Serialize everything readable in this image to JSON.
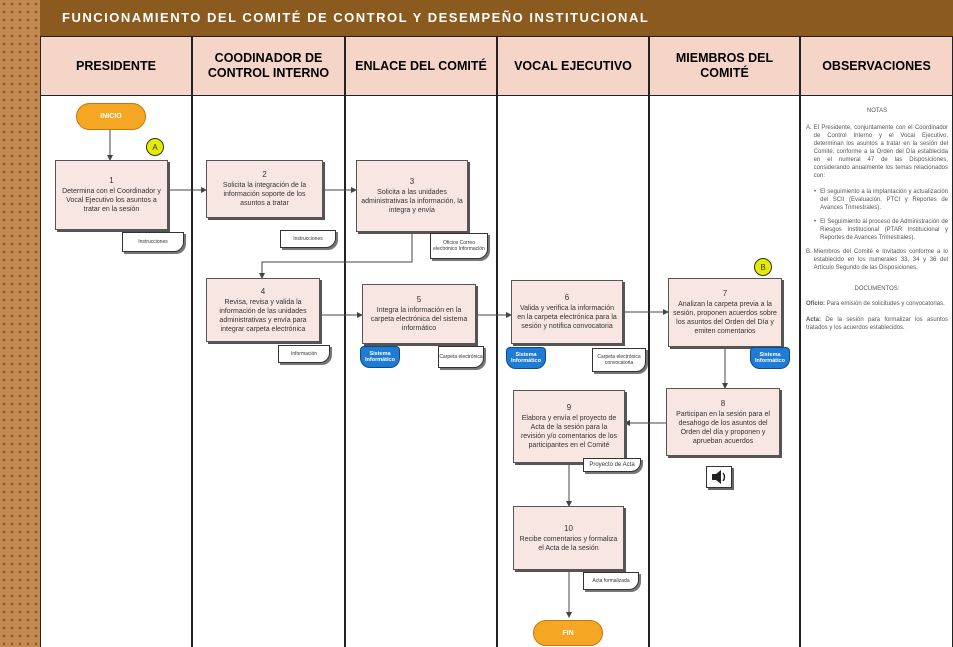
{
  "title": "FUNCIONAMIENTO DEL COMITÉ DE CONTROL Y DESEMPEÑO INSTITUCIONAL",
  "columns": [
    "PRESIDENTE",
    "COODINADOR DE CONTROL INTERNO",
    "ENLACE DEL COMITÉ",
    "VOCAL EJECUTIVO",
    "MIEMBROS DEL COMITÉ",
    "OBSERVACIONES"
  ],
  "terminals": {
    "start": "INICIO",
    "end": "FIN"
  },
  "connectors": {
    "a": "A",
    "b": "B"
  },
  "steps": {
    "s1": {
      "num": "1",
      "text": "Determina con el Coordinador y Vocal Ejecutivo los asuntos a tratar en la sesión"
    },
    "s2": {
      "num": "2",
      "text": "Solicita la integración de la información soporte de los asuntos a tratar"
    },
    "s3": {
      "num": "3",
      "text": "Solicita a las unidades administrativas la información, la integra y envía"
    },
    "s4": {
      "num": "4",
      "text": "Revisa, revisa y valida la información de las unidades administrativas y envía para integrar carpeta electrónica"
    },
    "s5": {
      "num": "5",
      "text": "Integra la información en la carpeta electrónica del sistema informático"
    },
    "s6": {
      "num": "6",
      "text": "Valida y verifica la información en la carpeta electrónica para la sesión y notifica convocatoria"
    },
    "s7": {
      "num": "7",
      "text": "Analizan la carpeta previa a la sesión, proponen acuerdos sobre los asuntos del Orden del Día y emiten comentarios"
    },
    "s8": {
      "num": "8",
      "text": "Participan en la sesión para el desahogo de los asuntos del Orden del día y proponen y aprueban acuerdos"
    },
    "s9": {
      "num": "9",
      "text": "Elabora y envía el proyecto de Acta de la sesión para la revisión y/o comentarios de los participantes en el Comité"
    },
    "s10": {
      "num": "10",
      "text": "Recibe comentarios y formaliza el Acta de la sesión"
    }
  },
  "documents": {
    "d1": "Instrucciones",
    "d2": "Instrucciones",
    "d3": "Oficios Correo electrónico Información",
    "d4": "Información",
    "d5": "Carpeta electrónica",
    "d6": "Carpeta electrónica convocatoria",
    "d7": "Proyecto de Acta",
    "d8": "Acta formalizada"
  },
  "databases": {
    "db1": "Sistema Informático",
    "db2": "Sistema Informático",
    "db3": "Sistema Informático"
  },
  "notes": {
    "title": "NOTAS",
    "a_label": "A.",
    "a_text": "El Presidente, conjuntamente con el Coordinador de Control Interno y el Vocal Ejecutivo, determinan los asuntos a tratar en la sesión del Comité, conforme a la Orden del Día establecida en el numeral 47 de las Disposiciones, considerando anualmente los temas relacionados con:",
    "bullets": [
      "El seguimiento a la implantación y actualización del SCII (Evaluación, PTCI y Reportes de Avances Trimestrales).",
      "El Seguimiento al proceso de Administración de Riesgos Institucional (PTAR Institucional y Reportes de Avances Trimestrales)."
    ],
    "b_label": "B.",
    "b_text": "Miembros del Comité e Invitados conforme a lo establecido en los numerales 33, 34 y 36 del Artículo Segundo de las Disposiciones.",
    "docs_title": "DOCUMENTOS:",
    "docs": [
      {
        "label": "Oficio:",
        "text": "Para emisión de solicitudes y convocatorias."
      },
      {
        "label": "Acta:",
        "text": "De la sesión para formalizar los asuntos tratados y los acuerdos establecidos."
      }
    ]
  },
  "colors": {
    "title_bg": "#8a5a1e",
    "header_bg": "#f5d5c8",
    "box_bg": "#f8e6e2",
    "terminal": "#f5a623",
    "connector": "#e3ec00",
    "database": "#1e7bd6"
  }
}
